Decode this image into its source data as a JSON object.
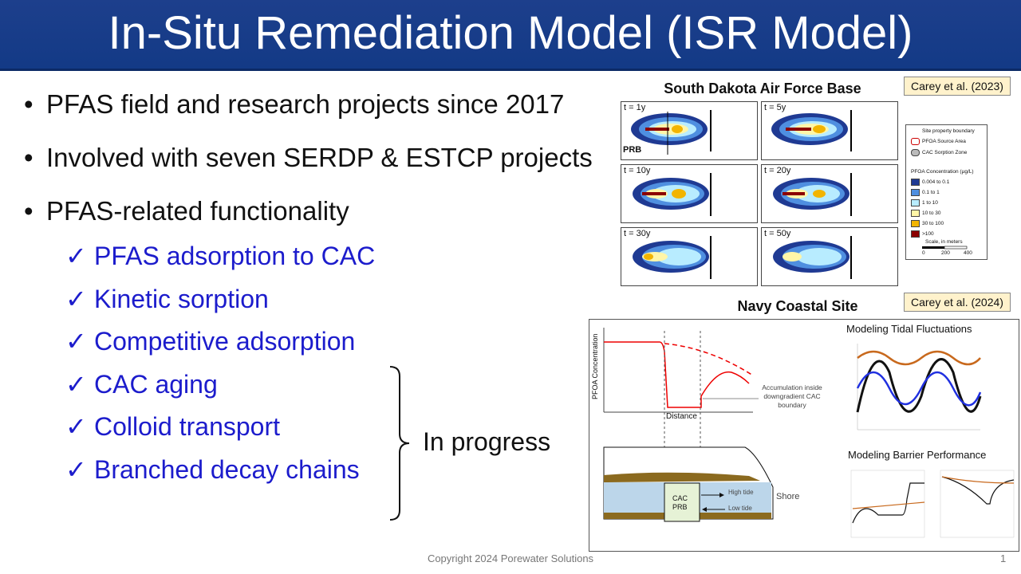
{
  "slide": {
    "title": "In-Situ Remediation Model (ISR Model)",
    "bullets": [
      "PFAS field and research projects since 2017",
      "Involved with seven SERDP & ESTCP projects",
      "PFAS-related functionality"
    ],
    "checklist": [
      "PFAS adsorption to CAC",
      "Kinetic sorption",
      "Competitive adsorption",
      "CAC aging",
      "Colloid transport",
      "Branched decay chains"
    ],
    "bullet_glyph": "•",
    "check_glyph": "✓",
    "in_progress": "In progress",
    "footer": "Copyright 2024 Porewater Solutions",
    "page_number": "1",
    "colors": {
      "title_bar": "#1d3f8c",
      "check_text": "#1c1ccc",
      "citation_bg": "#fff2cc"
    }
  },
  "figure1": {
    "title": "South Dakota Air Force Base",
    "citation": "Carey et al. (2023)",
    "panels": [
      "t = 1y",
      "t = 5y",
      "t = 10y",
      "t = 20y",
      "t = 30y",
      "t = 50y"
    ],
    "prb_label": "PRB",
    "legend": {
      "site_boundary": "Site property boundary",
      "source_area": "PFOA Source Area",
      "sorption_zone": "CAC Sorption Zone",
      "conc_title": "PFOA Concentration (µg/L)",
      "classes": [
        {
          "label": "0.004 to 0.1",
          "color": "#1f3a93"
        },
        {
          "label": "0.1 to 1",
          "color": "#4f8fe0"
        },
        {
          "label": "1 to 10",
          "color": "#b8ecff"
        },
        {
          "label": "10 to 30",
          "color": "#fff6a8"
        },
        {
          "label": "30 to 100",
          "color": "#f2b400"
        },
        {
          "label": ">100",
          "color": "#8b0000"
        }
      ],
      "scale_title": "Scale, in meters",
      "scale_ticks": [
        "0",
        "200",
        "400"
      ]
    }
  },
  "figure2": {
    "title": "Navy Coastal Site",
    "citation": "Carey et al. (2024)",
    "y_axis": "PFOA Concentration",
    "x_axis": "Distance",
    "annotation": "Accumulation inside downgradient CAC boundary",
    "prb_line1": "CAC",
    "prb_line2": "PRB",
    "high_tide": "High tide",
    "low_tide": "Low tide",
    "shore": "Shore",
    "tidal_title": "Modeling Tidal Fluctuations",
    "barrier_title": "Modeling Barrier Performance"
  }
}
